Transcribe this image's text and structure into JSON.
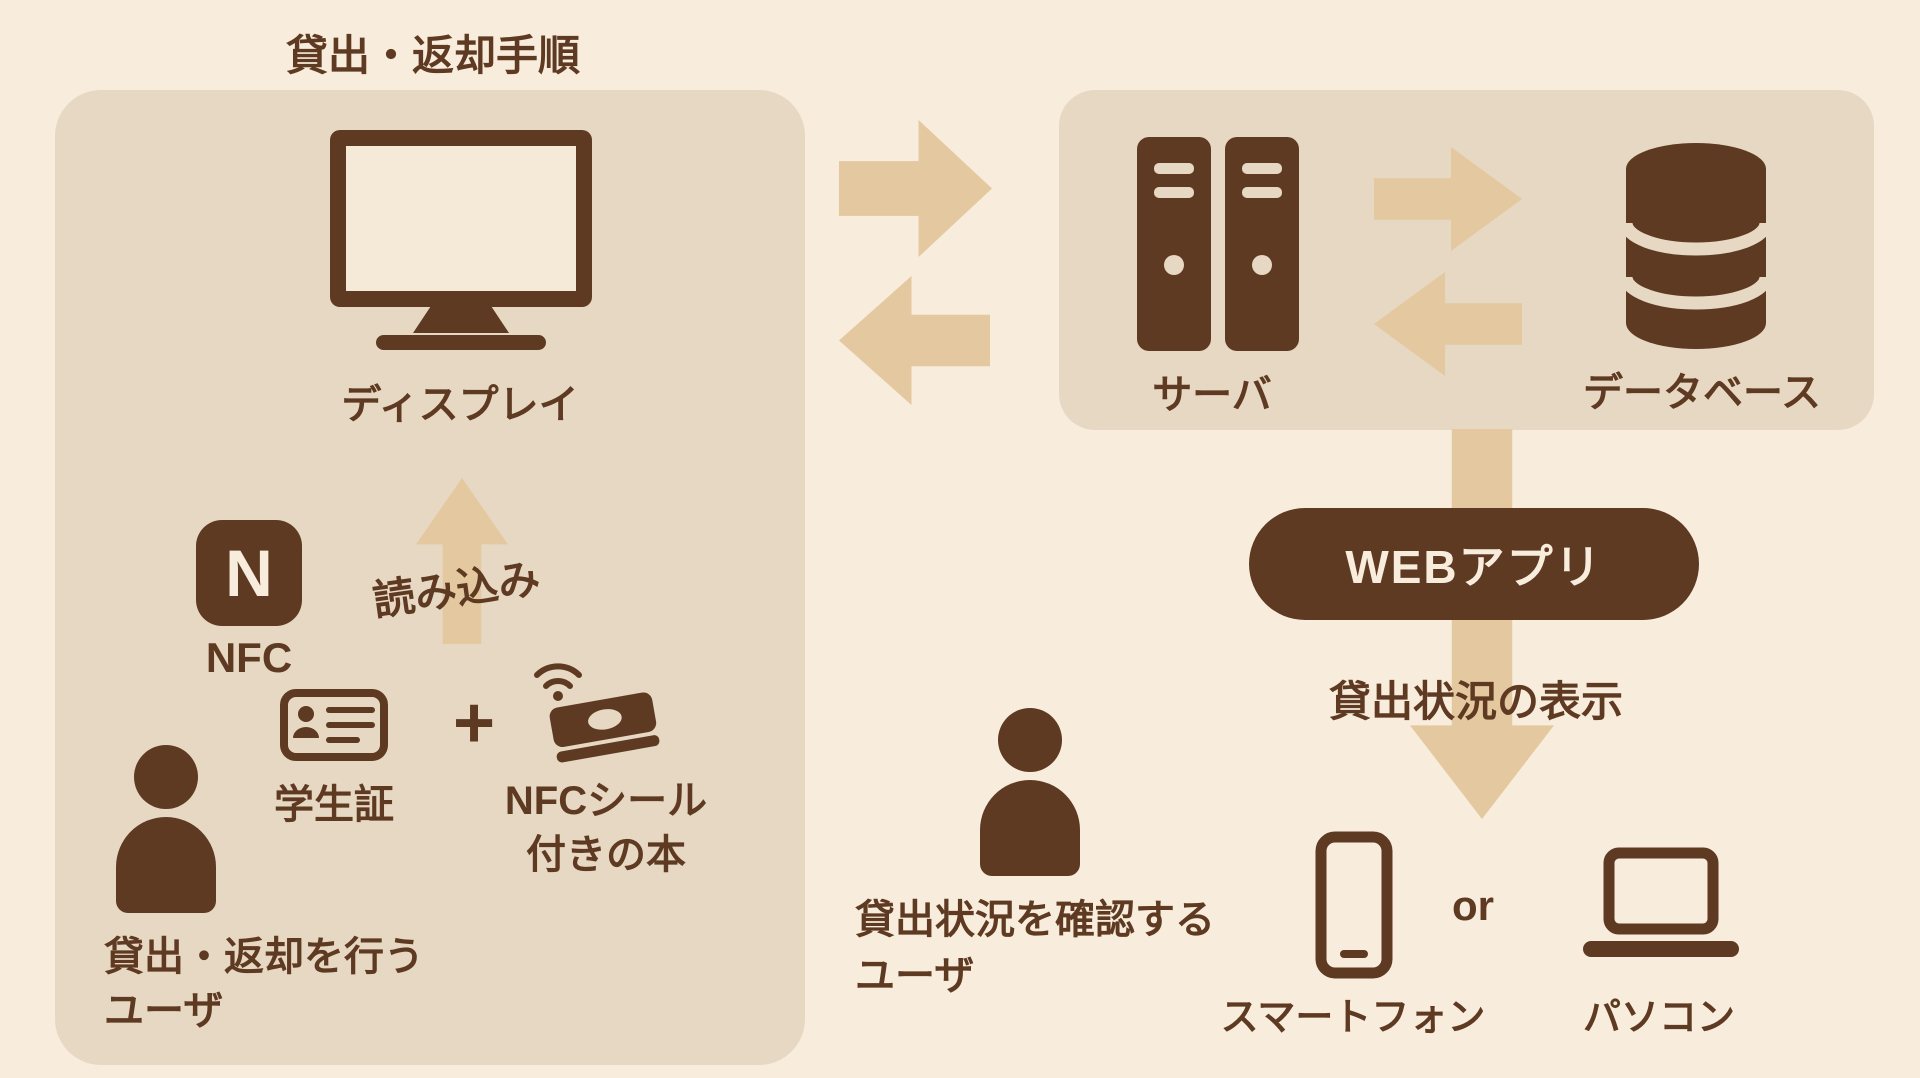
{
  "title": "貸出・返却手順",
  "colors": {
    "background": "#f8ecdc",
    "panel": "#e7d8c3",
    "dark_brown": "#5e3a22",
    "arrow_tan": "#e4c89f",
    "pill_text": "#f8ecdc"
  },
  "left_panel": {
    "display_label": "ディスプレイ",
    "read_label": "読み込み",
    "nfc_letter": "N",
    "nfc_label": "NFC",
    "student_card_label": "学生証",
    "plus_sign": "+",
    "book_label_1": "NFCシール",
    "book_label_2": "付きの本",
    "user_label_1": "貸出・返却を行う",
    "user_label_2": "ユーザ"
  },
  "server_panel": {
    "server_label": "サーバ",
    "database_label": "データベース"
  },
  "webapp": {
    "pill_label": "WEBアプリ",
    "status_label": "貸出状況の表示"
  },
  "viewer": {
    "user_label_1": "貸出状況を確認する",
    "user_label_2": "ユーザ",
    "smartphone_label": "スマートフォン",
    "or_label": "or",
    "laptop_label": "パソコン"
  }
}
